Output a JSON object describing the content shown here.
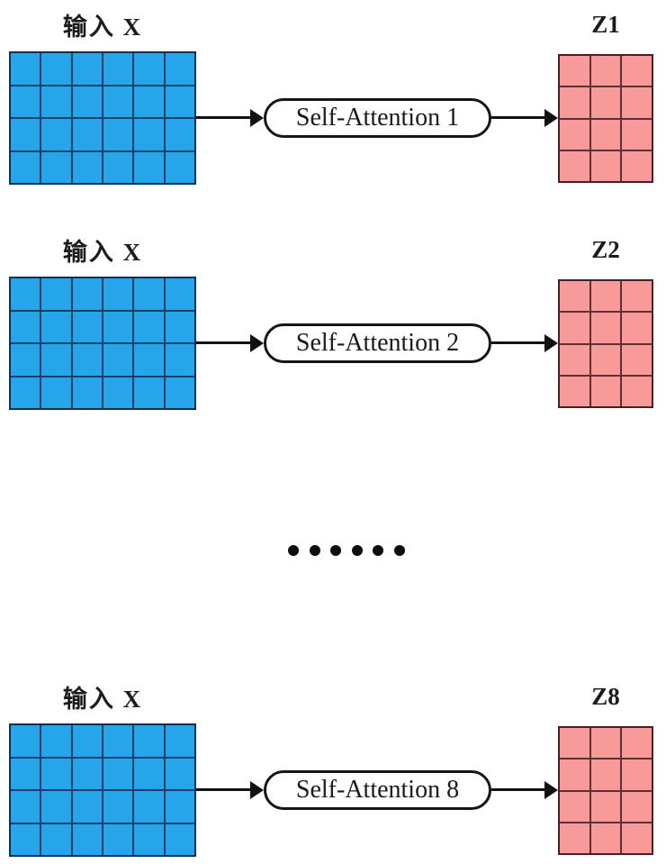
{
  "diagram_title": "Multi-head self-attention diagram",
  "colors": {
    "input_fill": "#26a5ea",
    "input_line": "#174168",
    "input_border": "#123253",
    "output_fill": "#f89a9a",
    "output_line": "#5c3131",
    "output_border": "#432222",
    "arrow_color": "#111111",
    "pill_border": "#161616",
    "text_color": "#1c1c1c",
    "background": "#ffffff"
  },
  "matrices": {
    "input": {
      "rows": 4,
      "cols": 6
    },
    "output": {
      "rows": 4,
      "cols": 3
    }
  },
  "rows": [
    {
      "input_label": "输入 X",
      "pill_label": "Self-Attention 1",
      "output_label": "Z1"
    },
    {
      "input_label": "输入 X",
      "pill_label": "Self-Attention 2",
      "output_label": "Z2"
    },
    {
      "input_label": "输入 X",
      "pill_label": "Self-Attention 8",
      "output_label": "Z8"
    }
  ],
  "ellipsis": {
    "dot_count": 6
  }
}
